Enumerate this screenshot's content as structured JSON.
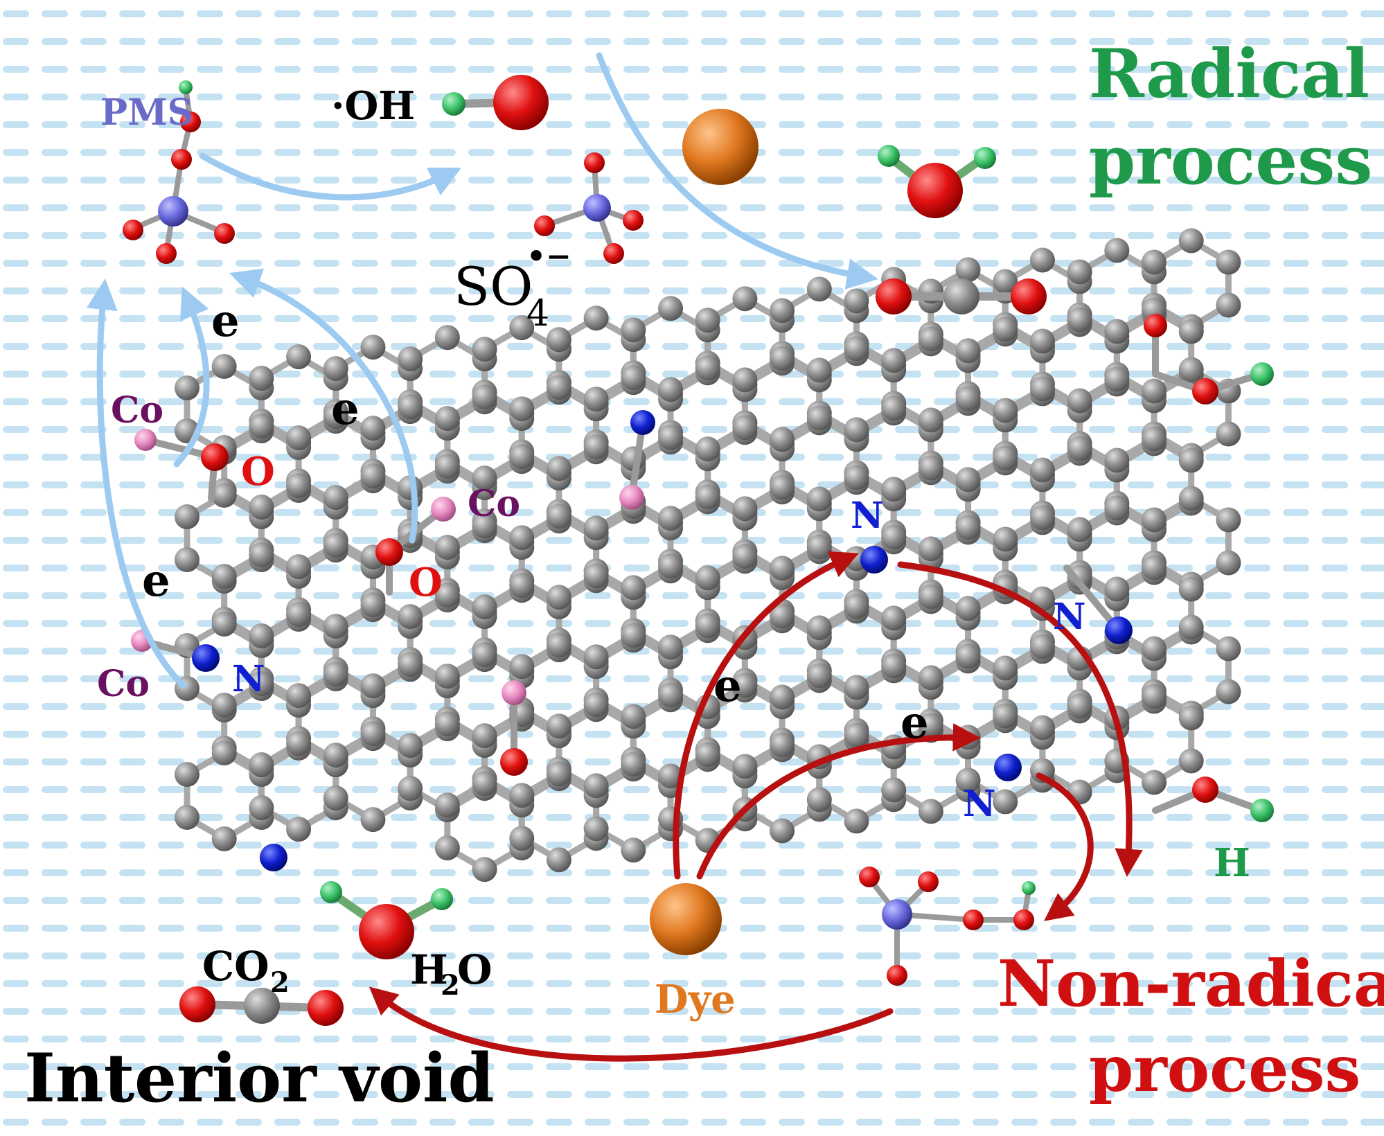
{
  "labels": {
    "pms": "PMS",
    "oh_radical": "·OH",
    "so4_base": "SO",
    "so4_sub": "4",
    "so4_sup": "•−",
    "radical_line1": "Radical",
    "radical_line2": "process",
    "nonradical_line1": "Non-radical",
    "nonradical_line2": "process",
    "co": "Co",
    "o": "O",
    "n": "N",
    "e": "e",
    "h": "H",
    "co2_base": "CO",
    "co2_sub": "2",
    "h2o_h": "H",
    "h2o_sub": "2",
    "h2o_o": "O",
    "dye": "Dye",
    "interior_void": "Interior void"
  },
  "colors": {
    "background_dash": "#b8dcee",
    "carbon": "#8a8a8a",
    "oxygen": "#e01010",
    "nitrogen": "#1020d0",
    "hydrogen": "#3ec46a",
    "cobalt": "#e68ac0",
    "sulfur": "#6a6ae0",
    "dye_sphere": "#e07820",
    "radical_arrow": "#9ccaf0",
    "nonradical_arrow": "#b81010",
    "radical_text": "#1e9a4a",
    "nonradical_text": "#d01010",
    "pms_text": "#6a6ac8",
    "co_text": "#6a1060",
    "dye_text": "#e07820"
  }
}
